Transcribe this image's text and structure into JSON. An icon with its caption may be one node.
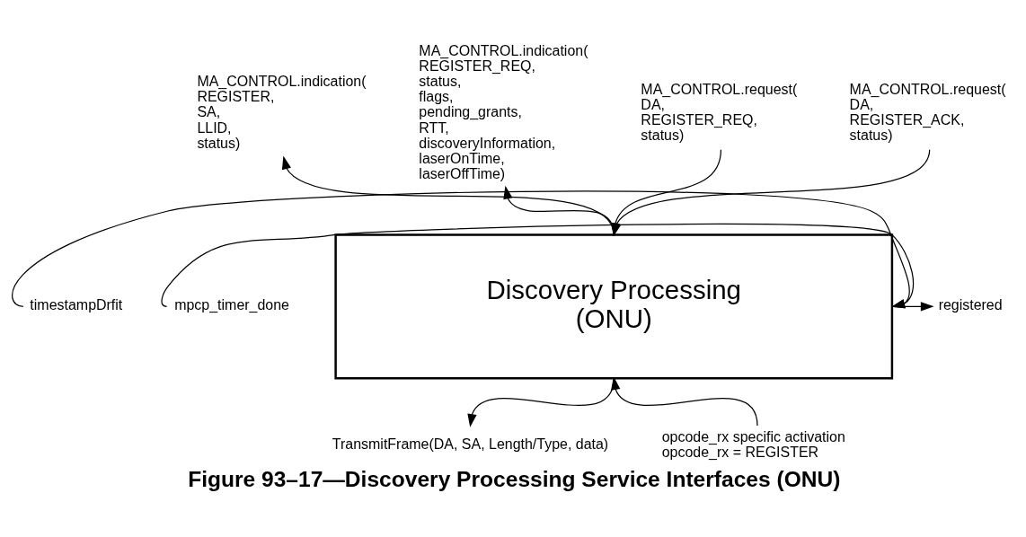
{
  "diagram": {
    "caption": "Figure 93–17—Discovery Processing Service Interfaces (ONU)",
    "nodes": [
      {
        "text": [
          "Discovery Processing",
          "(ONU)"
        ]
      },
      {
        "text": [
          "MA_CONTROL.request( DA, REGISTER_REQ, status)"
        ]
      },
      {
        "text": [
          "MA_CONTROL.request( DA, REGISTER_ACK, status)"
        ]
      },
      {
        "text": [
          "MA_CONTROL.indication( REGISTER, SA, LLID, status)"
        ]
      },
      {
        "text": [
          "MA_CONTROL.indication( REGISTER_REQ, status, flags, pending_grants, RTT, discoveryInformation, laserOnTime, laserOffTime)"
        ]
      },
      {
        "text": [
          "timestampDrfit"
        ]
      },
      {
        "text": [
          "mpcp_timer_done"
        ]
      },
      {
        "text": [
          "registered"
        ]
      },
      {
        "text": [
          "TransmitFrame(DA, SA, Length/Type, data)"
        ]
      },
      {
        "text": [
          "opcode_rx specific activation opcode_rx = REGISTER"
        ]
      }
    ],
    "edges": [
      {
        "from": 1,
        "to": 0,
        "arrow": "to"
      },
      {
        "from": 2,
        "to": 0,
        "arrow": "to"
      },
      {
        "from": 0,
        "to": 3,
        "arrow": "to"
      },
      {
        "from": 0,
        "to": 4,
        "arrow": "to"
      },
      {
        "from": 5,
        "to": 0,
        "arrow": "to"
      },
      {
        "from": 6,
        "to": 0,
        "arrow": "to"
      },
      {
        "from": 0,
        "to": 7,
        "arrow": "to"
      },
      {
        "from": 0,
        "to": 8,
        "arrow": "to"
      },
      {
        "from": 9,
        "to": 0,
        "arrow": "to"
      }
    ]
  }
}
